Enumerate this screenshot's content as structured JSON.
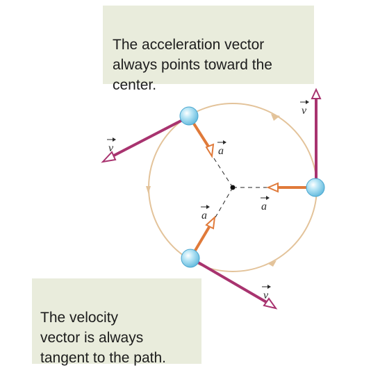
{
  "callouts": {
    "acceleration_text": "The acceleration vector\nalways points toward the\ncenter.",
    "velocity_text": "The velocity\nvector is always\ntangent to the path."
  },
  "labels": {
    "velocity_symbol": "v",
    "acceleration_symbol": "a"
  },
  "colors": {
    "callout_background": "#e9ecdc",
    "circle_path": "#e3c39a",
    "velocity_vector": "#a8336f",
    "acceleration_vector": "#e07a3a",
    "ball": "#8fd3ee"
  }
}
